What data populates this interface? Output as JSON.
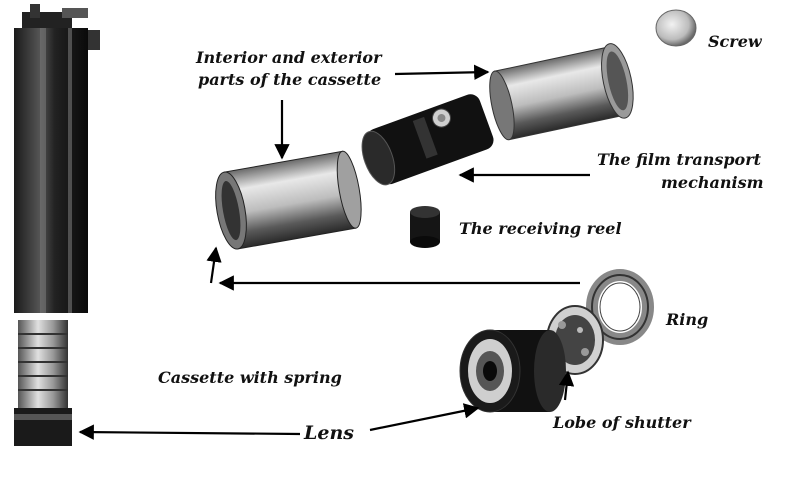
{
  "labels": {
    "interior_exterior_line1": "Interior and exterior",
    "interior_exterior_line2": "parts of the cassette",
    "screw": "Screw",
    "film_transport_line1": "The film transport",
    "film_transport_line2": "mechanism",
    "receiving_reel": "The receiving reel",
    "ring": "Ring",
    "cassette_with_spring": "Cassette with spring",
    "lens": "Lens",
    "lobe_of_shutter": "Lobe of shutter"
  },
  "colors": {
    "background": "#ffffff",
    "metal_light": "#d8d8d8",
    "metal_dark": "#3a3a3a",
    "black_part": "#111111",
    "arrow": "#000000"
  }
}
